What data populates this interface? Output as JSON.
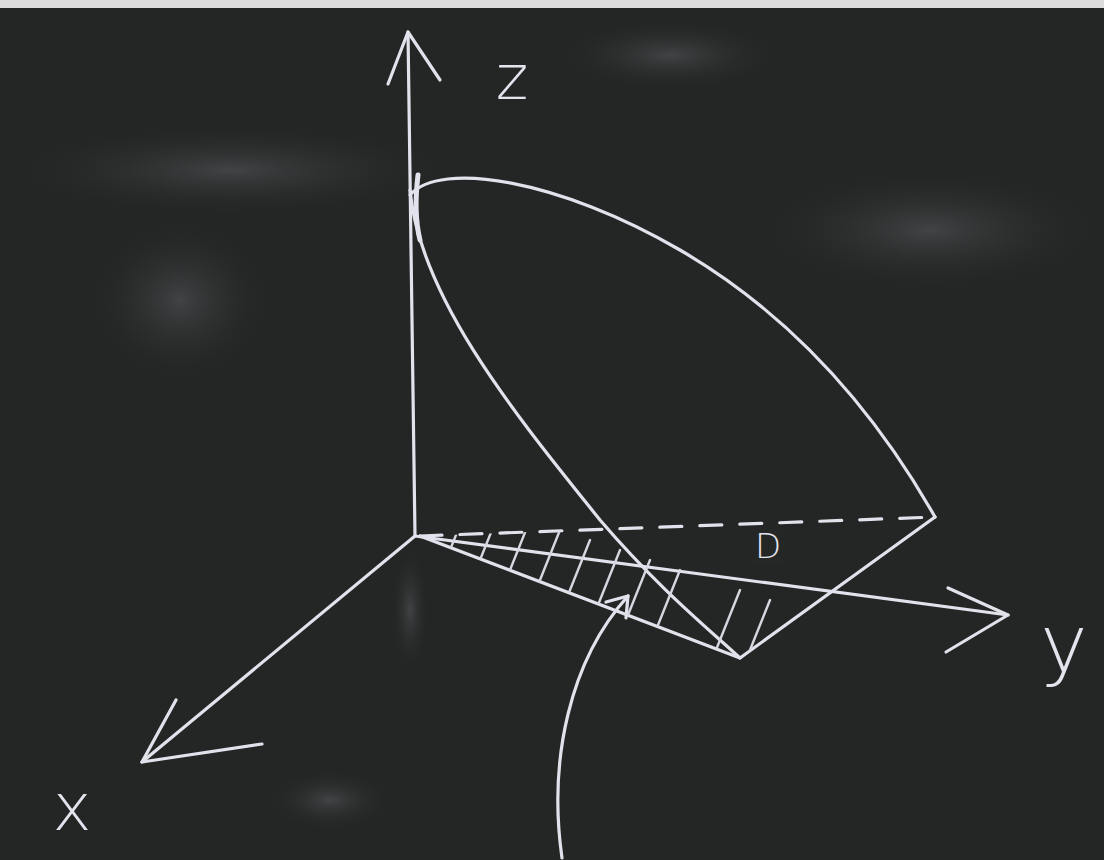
{
  "diagram": {
    "labels": [
      "z",
      "y",
      "x",
      "D"
    ]
  }
}
